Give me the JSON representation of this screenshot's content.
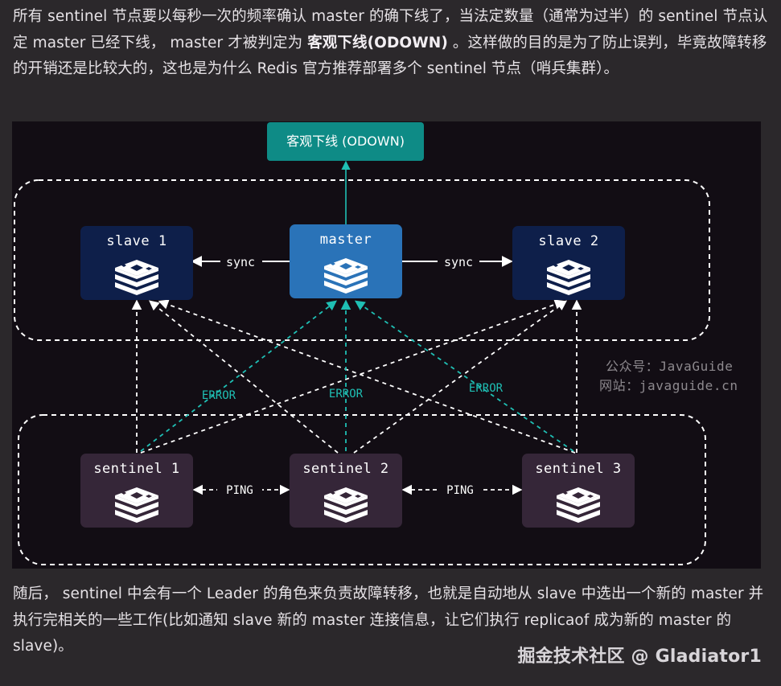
{
  "paragraph1": {
    "text_a": "所有 sentinel 节点要以每秒一次的频率确认 master 的确下线了，当法定数量（通常为过半）的 sentinel 节点认定 master 已经下线， master 才被判定为 ",
    "bold": "客观下线(ODOWN)",
    "text_b": " 。这样做的目的是为了防止误判，毕竟故障转移的开销还是比较大的，这也是为什么 Redis 官方推荐部署多个 sentinel 节点（哨兵集群）。"
  },
  "diagram": {
    "odown_box": "客观下线 (ODOWN)",
    "nodes": {
      "slave1": "slave 1",
      "master": "master",
      "slave2": "slave 2",
      "sentinel1": "sentinel 1",
      "sentinel2": "sentinel 2",
      "sentinel3": "sentinel 3"
    },
    "edge_labels": {
      "sync_left": "sync",
      "sync_right": "sync",
      "error1": "ERROR",
      "error2": "ERROR",
      "error3": "ERROR",
      "ping1": "PING",
      "ping2": "PING"
    },
    "watermark_line1": "公众号：JavaGuide",
    "watermark_line2": "网站：javaguide.cn",
    "colors": {
      "slave": "#0e1f4a",
      "master": "#2a73b8",
      "sentinel": "#352638",
      "odown": "#0e8b86",
      "error_arrow": "#1fbfb4",
      "background": "#120d14"
    }
  },
  "paragraph2": {
    "text": "随后， sentinel 中会有一个 Leader 的角色来负责故障转移，也就是自动地从 slave 中选出一个新的 master 并执行完相关的一些工作(比如通知 slave 新的 master 连接信息，让它们执行 replicaof 成为新的 master 的 slave)。"
  },
  "site_watermark": "掘金技术社区 @ Gladiator1"
}
